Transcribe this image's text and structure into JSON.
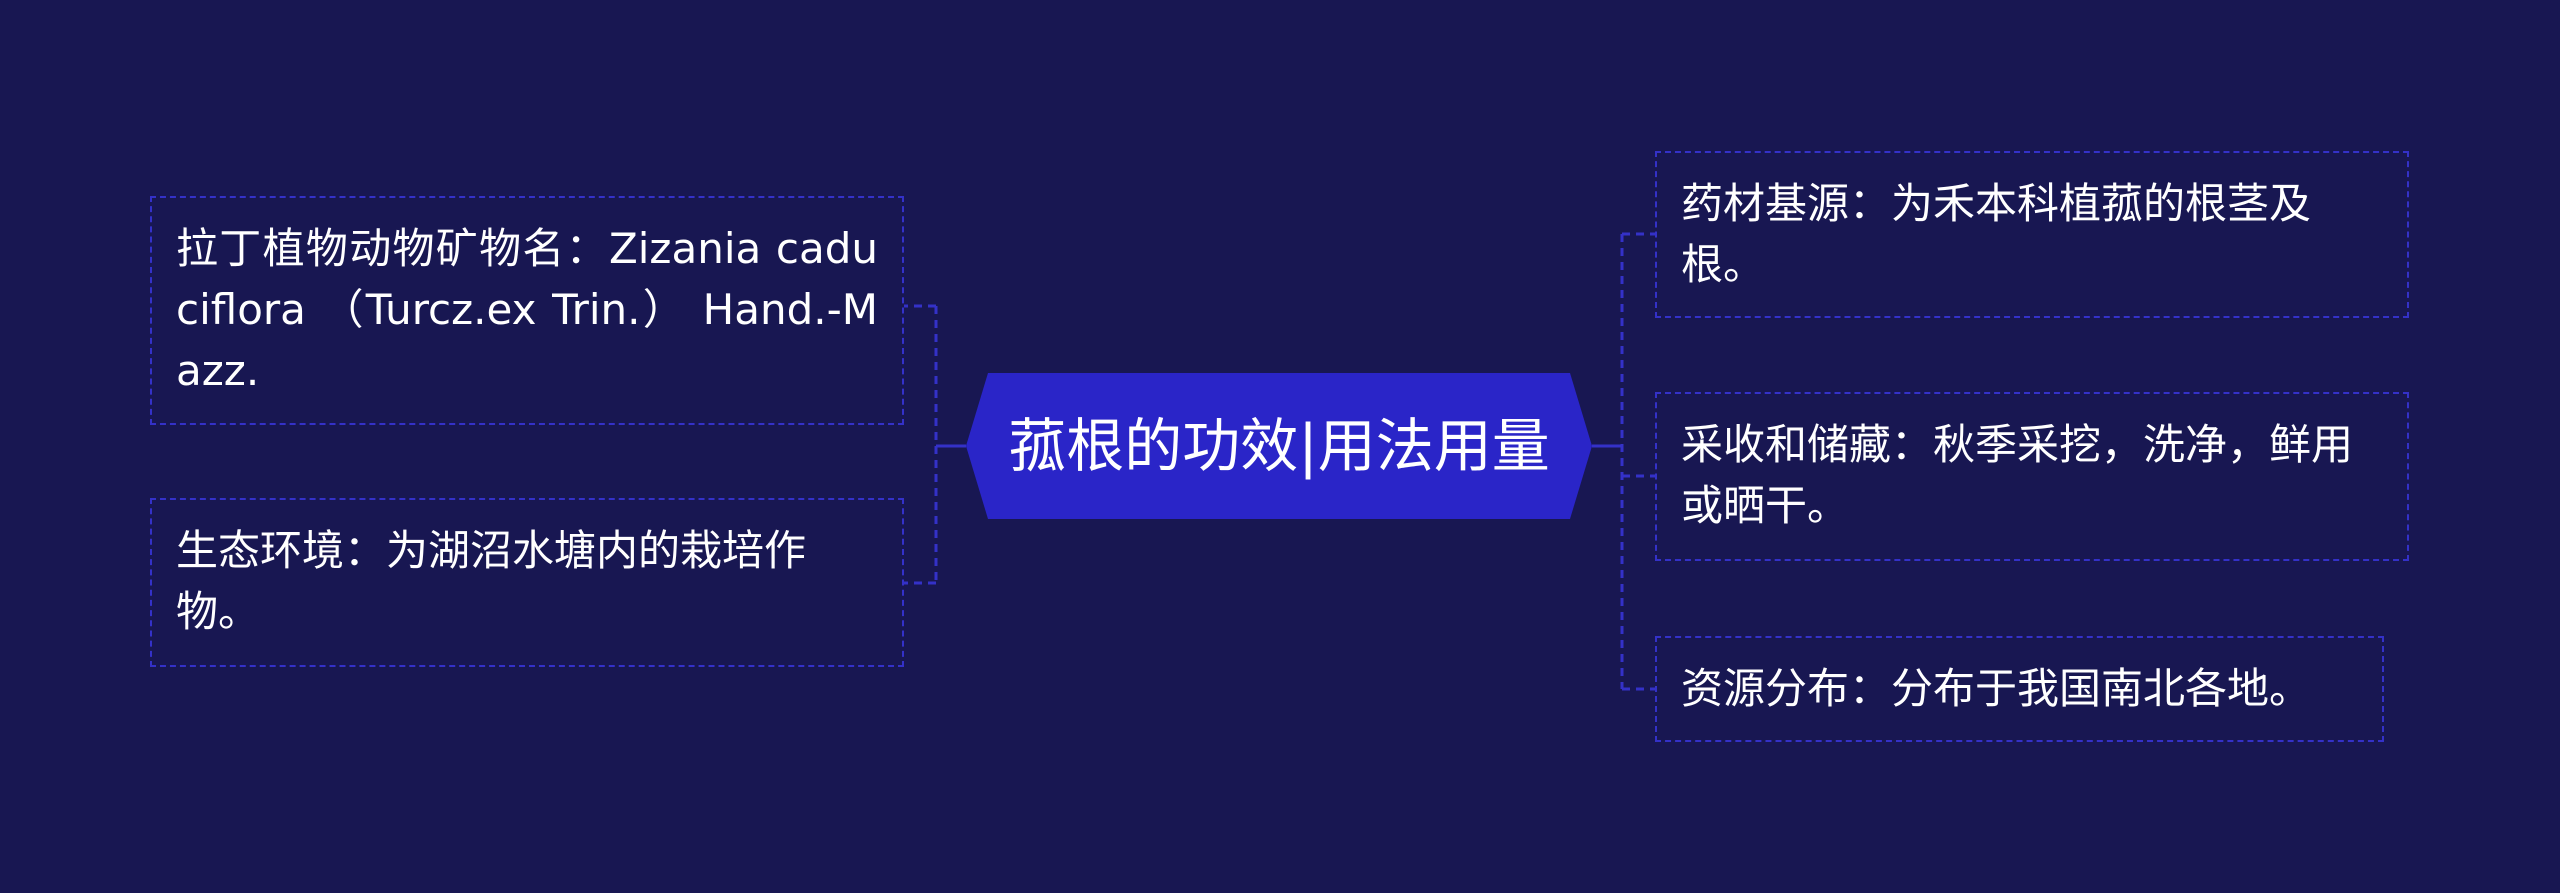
{
  "center": {
    "title": "菰根的功效|用法用量"
  },
  "left_nodes": [
    {
      "text": "拉丁植物动物矿物名：Zizania caduciflora （Turcz.ex Trin.） Hand.-Mazz."
    },
    {
      "text": "生态环境：为湖沼水塘内的栽培作物。"
    }
  ],
  "right_nodes": [
    {
      "text": "药材基源：为禾本科植菰的根茎及根。"
    },
    {
      "text": "采收和储藏：秋季采挖，洗净，鲜用或晒干。"
    },
    {
      "text": "资源分布：分布于我国南北各地。"
    }
  ],
  "colors": {
    "background": "#181752",
    "center_fill": "#2a25c8",
    "connector": "#3431c8",
    "text": "#ffffff"
  }
}
